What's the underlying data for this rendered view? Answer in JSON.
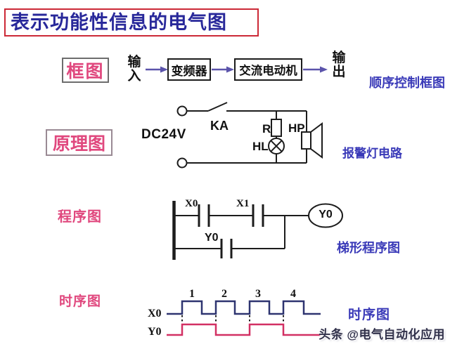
{
  "title": "表示功能性信息的电气图",
  "colors": {
    "title-text": "#28289a",
    "title-border": "#cc2936",
    "pink-label": "#e0487e",
    "caption-blue": "#3a3ab8",
    "arrow-purple": "#5b54ab",
    "wave-x0": "#2e3470",
    "wave-y0": "#d23063",
    "line-black": "#1c1c1c",
    "watermark-gray": "#30304a"
  },
  "block_diagram": {
    "section_label": "框图",
    "input_label": "输\n入",
    "boxes": [
      "变频器",
      "交流电动机"
    ],
    "output_label": "输\n出",
    "caption": "顺序控制框图"
  },
  "schematic": {
    "section_label": "原理图",
    "source_label": "DC24V",
    "switch_label": "KA",
    "resistor_label": "R",
    "speaker_label": "HP",
    "lamp_label": "HL",
    "caption": "报警灯电路"
  },
  "ladder": {
    "section_label": "程序图",
    "contacts": [
      "X0",
      "X1",
      "Y0"
    ],
    "coil_label": "Y0",
    "caption": "梯形程序图"
  },
  "timing": {
    "section_label": "时序图",
    "pulse_numbers": [
      "1",
      "2",
      "3",
      "4"
    ],
    "signals": [
      "X0",
      "Y0"
    ],
    "caption": "时序图"
  },
  "watermark": "头条 @电气自动化应用"
}
